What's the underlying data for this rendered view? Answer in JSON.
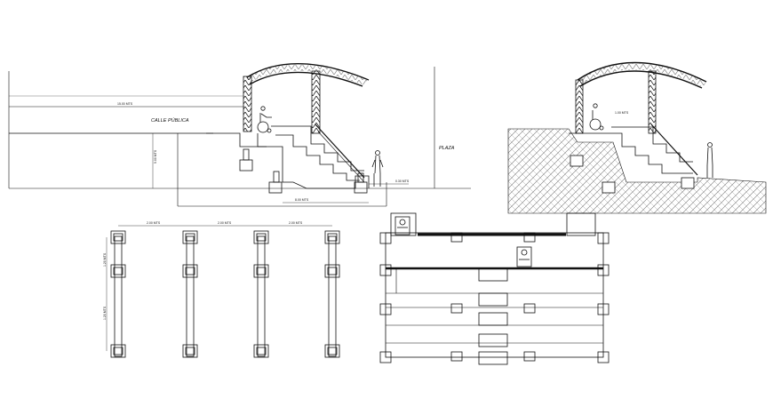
{
  "labels": {
    "street": "CALLE PÚBLICA",
    "plaza": "PLAZA"
  },
  "dimensions": {
    "upper_left_level": "15.00 MTS",
    "street_width": "5.00 MTS",
    "section_length": "8.00 MTS",
    "plan_spacing_1": "2.00 MTS",
    "plan_spacing_2": "2.00 MTS",
    "plan_spacing_3": "2.00 MTS",
    "plan_vertical_1": "1.20 MTS",
    "plan_vertical_2": "1.20 MTS",
    "right_step": "1.00 MTS",
    "small_dim": "0.30 MTS"
  },
  "colors": {
    "line": "#111111",
    "hatch": "#555555"
  },
  "icons": [
    "wheelchair-user-icon",
    "standing-person-icon"
  ]
}
